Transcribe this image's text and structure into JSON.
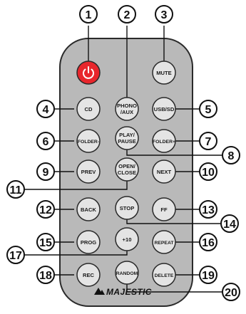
{
  "brand": {
    "name": "MAJESTIC"
  },
  "colors": {
    "body": "#b9b9b9",
    "body_stroke": "#2a2a2a",
    "button_fill": "#e4e4e4",
    "power_button": "#e8262c",
    "callout": "#111111"
  },
  "buttons": {
    "power": {
      "label": "",
      "icon": "power-icon"
    },
    "mute": {
      "label": "MUTE"
    },
    "cd": {
      "label": "CD"
    },
    "phono_aux": {
      "line1": "PHONO",
      "line2": "/AUX"
    },
    "usb_sd": {
      "label": "USB/SD"
    },
    "folder_minus": {
      "label": "FOLDER-"
    },
    "play_pause": {
      "line1": "PLAY/",
      "line2": "PAUSE"
    },
    "folder_plus": {
      "label": "FOLDER+"
    },
    "prev": {
      "label": "PREV"
    },
    "open_close": {
      "line1": "OPEN/",
      "line2": "CLOSE"
    },
    "next": {
      "label": "NEXT"
    },
    "back": {
      "label": "BACK"
    },
    "stop": {
      "label": "STOP"
    },
    "ff": {
      "label": "FF"
    },
    "prog": {
      "label": "PROG"
    },
    "plus10": {
      "label": "+10"
    },
    "repeat": {
      "label": "REPEAT"
    },
    "rec": {
      "label": "REC"
    },
    "random": {
      "label": "RANDOM"
    },
    "delete": {
      "label": "DELETE"
    }
  },
  "callouts": {
    "c1": "1",
    "c2": "2",
    "c3": "3",
    "c4": "4",
    "c5": "5",
    "c6": "6",
    "c7": "7",
    "c8": "8",
    "c9": "9",
    "c10": "10",
    "c11": "11",
    "c12": "12",
    "c13": "13",
    "c14": "14",
    "c15": "15",
    "c16": "16",
    "c17": "17",
    "c18": "18",
    "c19": "19",
    "c20": "20"
  }
}
